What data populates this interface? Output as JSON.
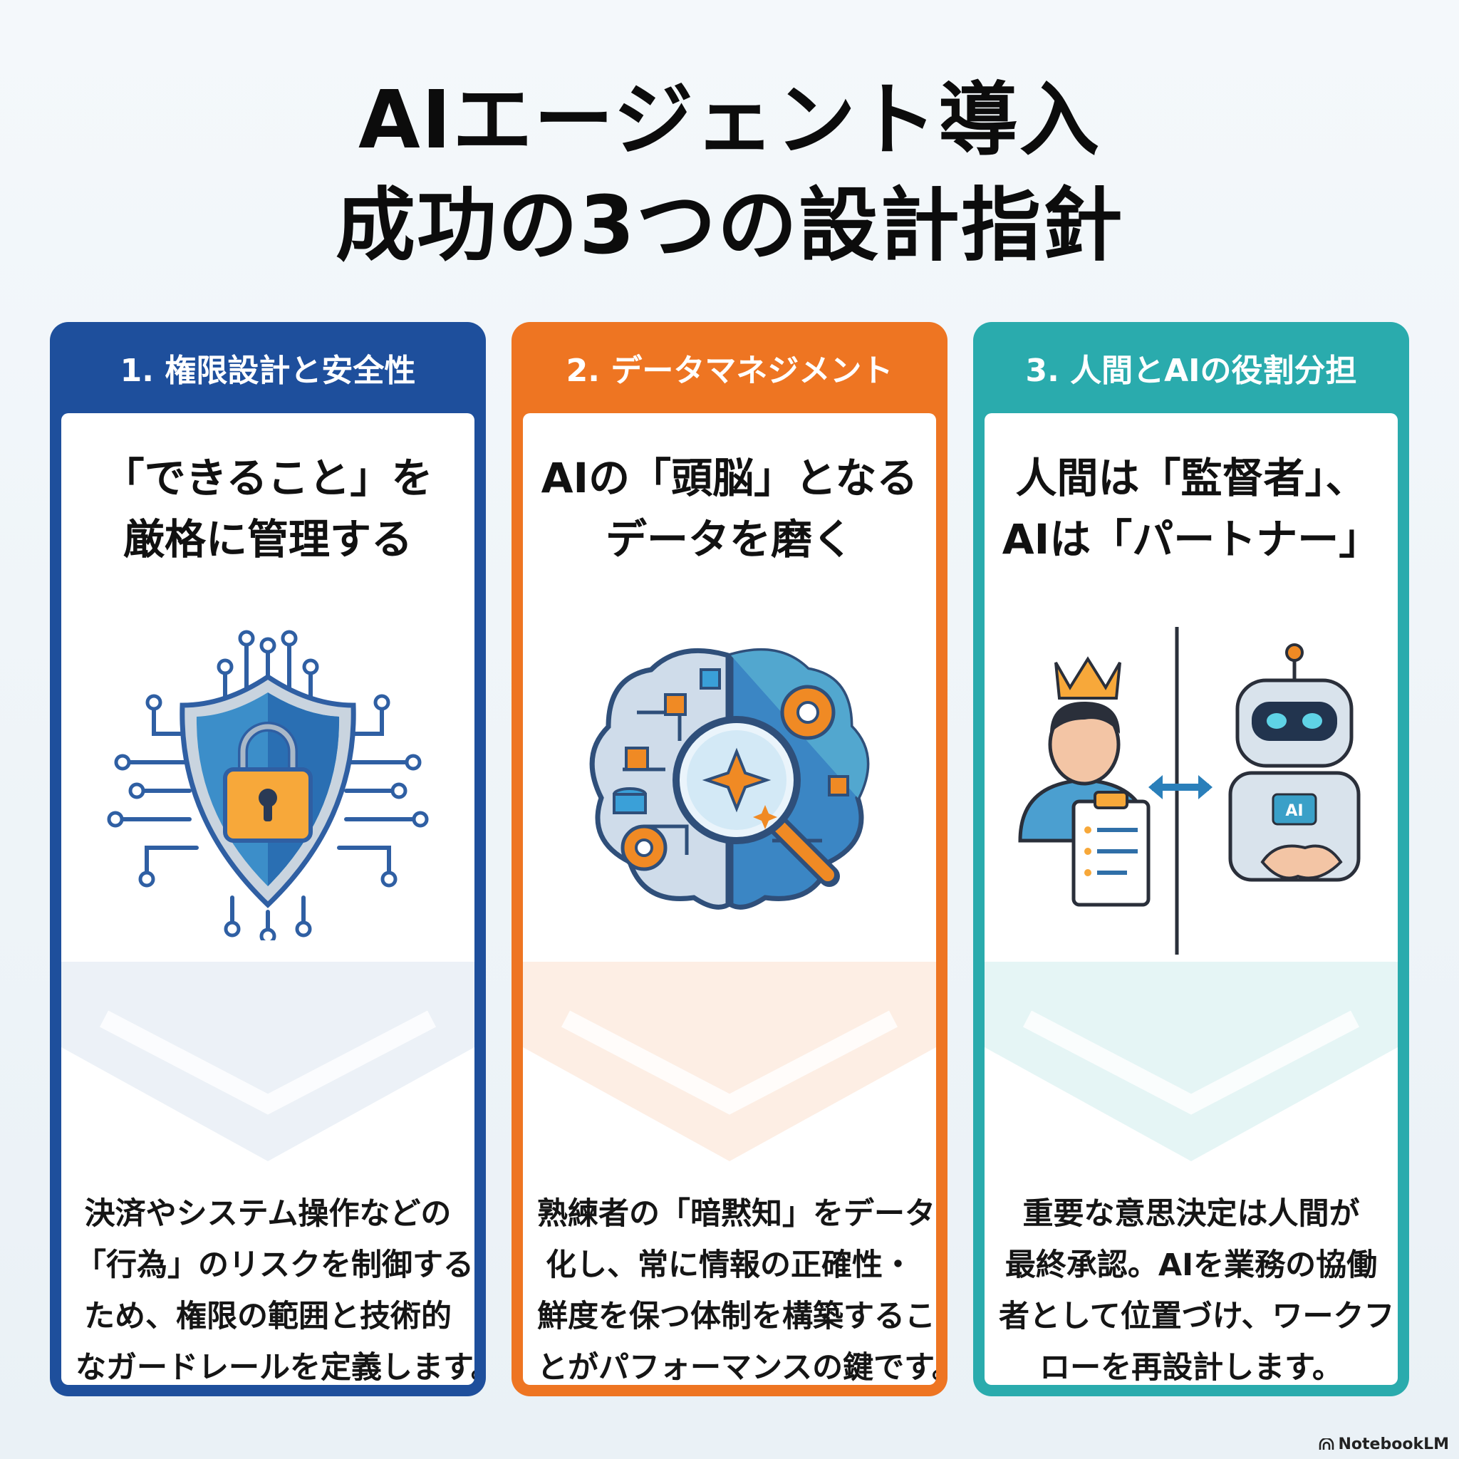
{
  "title": {
    "line1": "AIエージェント導入",
    "line2": "成功の3つの設計指針"
  },
  "colors": {
    "card1": "#1e4f9c",
    "card2": "#ee7522",
    "card3": "#2aabad"
  },
  "cards": [
    {
      "header": "1. 権限設計と安全性",
      "title": [
        "「できること」を",
        "厳格に管理する"
      ],
      "icon": "shield-lock-circuit-icon",
      "desc": [
        "決済やシステム操作などの",
        "「行為」のリスクを制御する",
        "ため、権限の範囲と技術的",
        "なガードレールを定義します。"
      ]
    },
    {
      "header": "2. データマネジメント",
      "title": [
        "AIの「頭脳」となる",
        "データを磨く"
      ],
      "icon": "brain-magnifier-icon",
      "desc": [
        "熟練者の「暗黙知」をデータ",
        "化し、常に情報の正確性・",
        "鮮度を保つ体制を構築するこ",
        "とがパフォーマンスの鍵です。"
      ]
    },
    {
      "header": "3. 人間とAIの役割分担",
      "title": [
        "人間は「監督者」、",
        "AIは「パートナー」"
      ],
      "icon": "human-robot-handshake-icon",
      "robot_badge": "AI",
      "desc": [
        "重要な意思決定は人間が",
        "最終承認。AIを業務の協働",
        "者として位置づけ、ワークフ",
        "ローを再設計します。"
      ]
    }
  ],
  "footer": {
    "brand": "NotebookLM",
    "icon": "notebooklm-logo-icon"
  }
}
